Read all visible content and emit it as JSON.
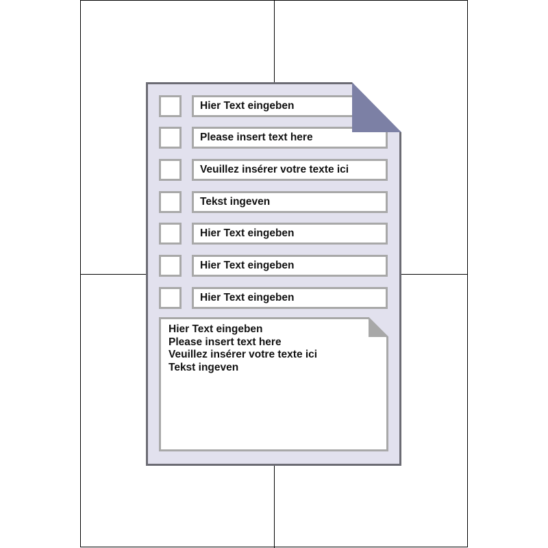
{
  "form": {
    "rows": [
      {
        "label": "Hier Text eingeben"
      },
      {
        "label": "Please insert text here"
      },
      {
        "label": "Veuillez insérer votre texte ici"
      },
      {
        "label": "Tekst ingeven"
      },
      {
        "label": "Hier Text eingeben"
      },
      {
        "label": "Hier Text eingeben"
      },
      {
        "label": "Hier Text eingeben"
      }
    ],
    "note": {
      "lines": [
        "Hier Text eingeben",
        "Please insert text here",
        "Veuillez insérer votre texte ici",
        "Tekst ingeven"
      ]
    }
  },
  "colors": {
    "document_fill": "#e2e1ee",
    "document_border": "#6b6b73",
    "dog_ear": "#7c80a5",
    "field_border": "#a8a8a8",
    "note_fold": "#a8a8a8"
  }
}
